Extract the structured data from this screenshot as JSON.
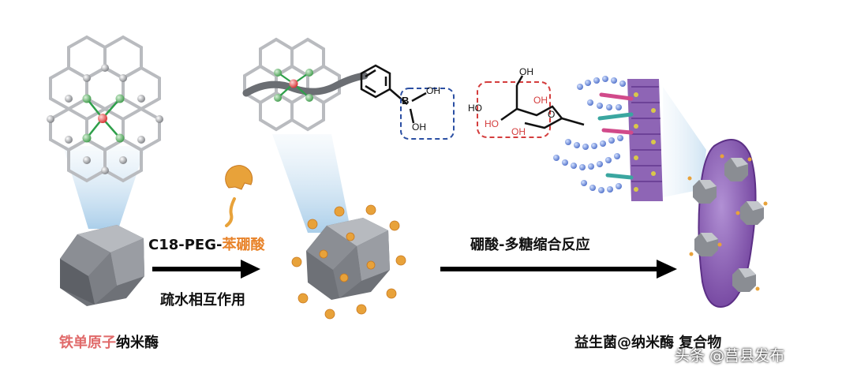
{
  "labels": {
    "reagent_prefix": "C18-PEG-",
    "reagent_suffix": "苯硼酸",
    "step1_condition": "疏水相互作用",
    "step2": "硼酸-多糖缩合反应",
    "start_red": "铁单原子",
    "start_black": "纳米酶",
    "product": "益生菌@纳米酶 复合物",
    "watermark": "头条 @莒县发布"
  },
  "molecule_text": {
    "boronic": {
      "B": "B",
      "OH1": "OH",
      "OH2": "OH"
    },
    "sugar": {
      "OH_top": "OH",
      "HO_left": "HO",
      "OH_right": "OH",
      "HO_bottom": "HO",
      "OH_mid": "OH",
      "O_ring": "O"
    }
  },
  "colors": {
    "orange": "#e8832a",
    "red_label": "#e06a6a",
    "blue_box": "#2b4fa3",
    "red_box": "#d43d3d",
    "purple": "#8a5bb0",
    "crystal": "#8a8d93"
  }
}
